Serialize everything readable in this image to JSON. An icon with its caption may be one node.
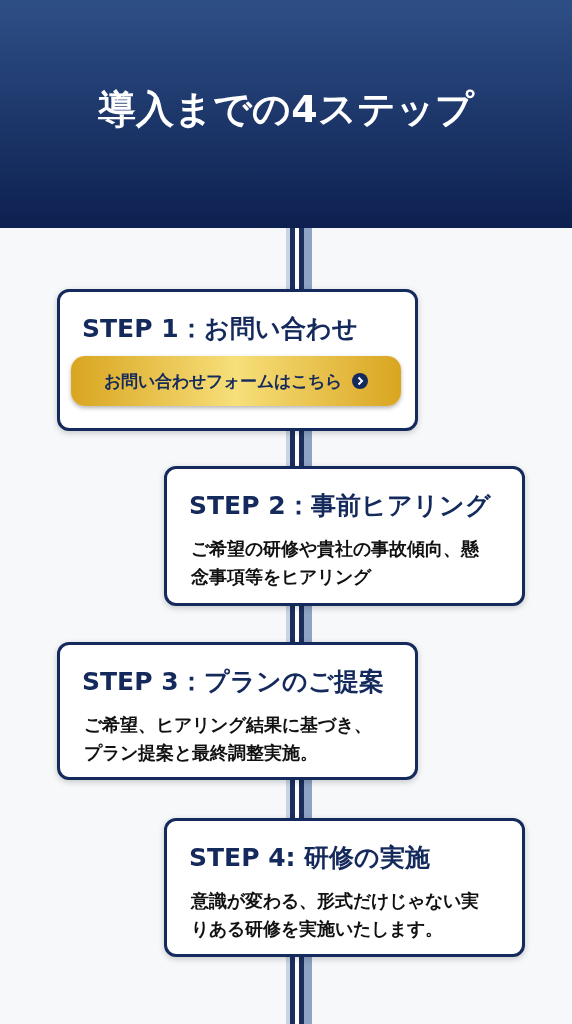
{
  "diagram": {
    "title": "導入までの4ステップ",
    "nodes": [
      {
        "text": [
          "STEP 1：お問い合わせ"
        ]
      },
      {
        "text": [
          "お問い合わせフォームはこちら"
        ],
        "in": 0
      },
      {
        "text": [
          "STEP 2：事前ヒアリング",
          "ご希望の研修や貴社の事故傾向、懸念事項等をヒアリング"
        ]
      },
      {
        "text": [
          "STEP 3：プランのご提案",
          "ご希望、ヒアリング結果に基づき、プラン提案と最終調整実施。"
        ]
      },
      {
        "text": [
          "STEP 4: 研修の実施",
          "意識が変わる、形式だけじゃない実りある研修を実施いたします。"
        ]
      }
    ]
  }
}
